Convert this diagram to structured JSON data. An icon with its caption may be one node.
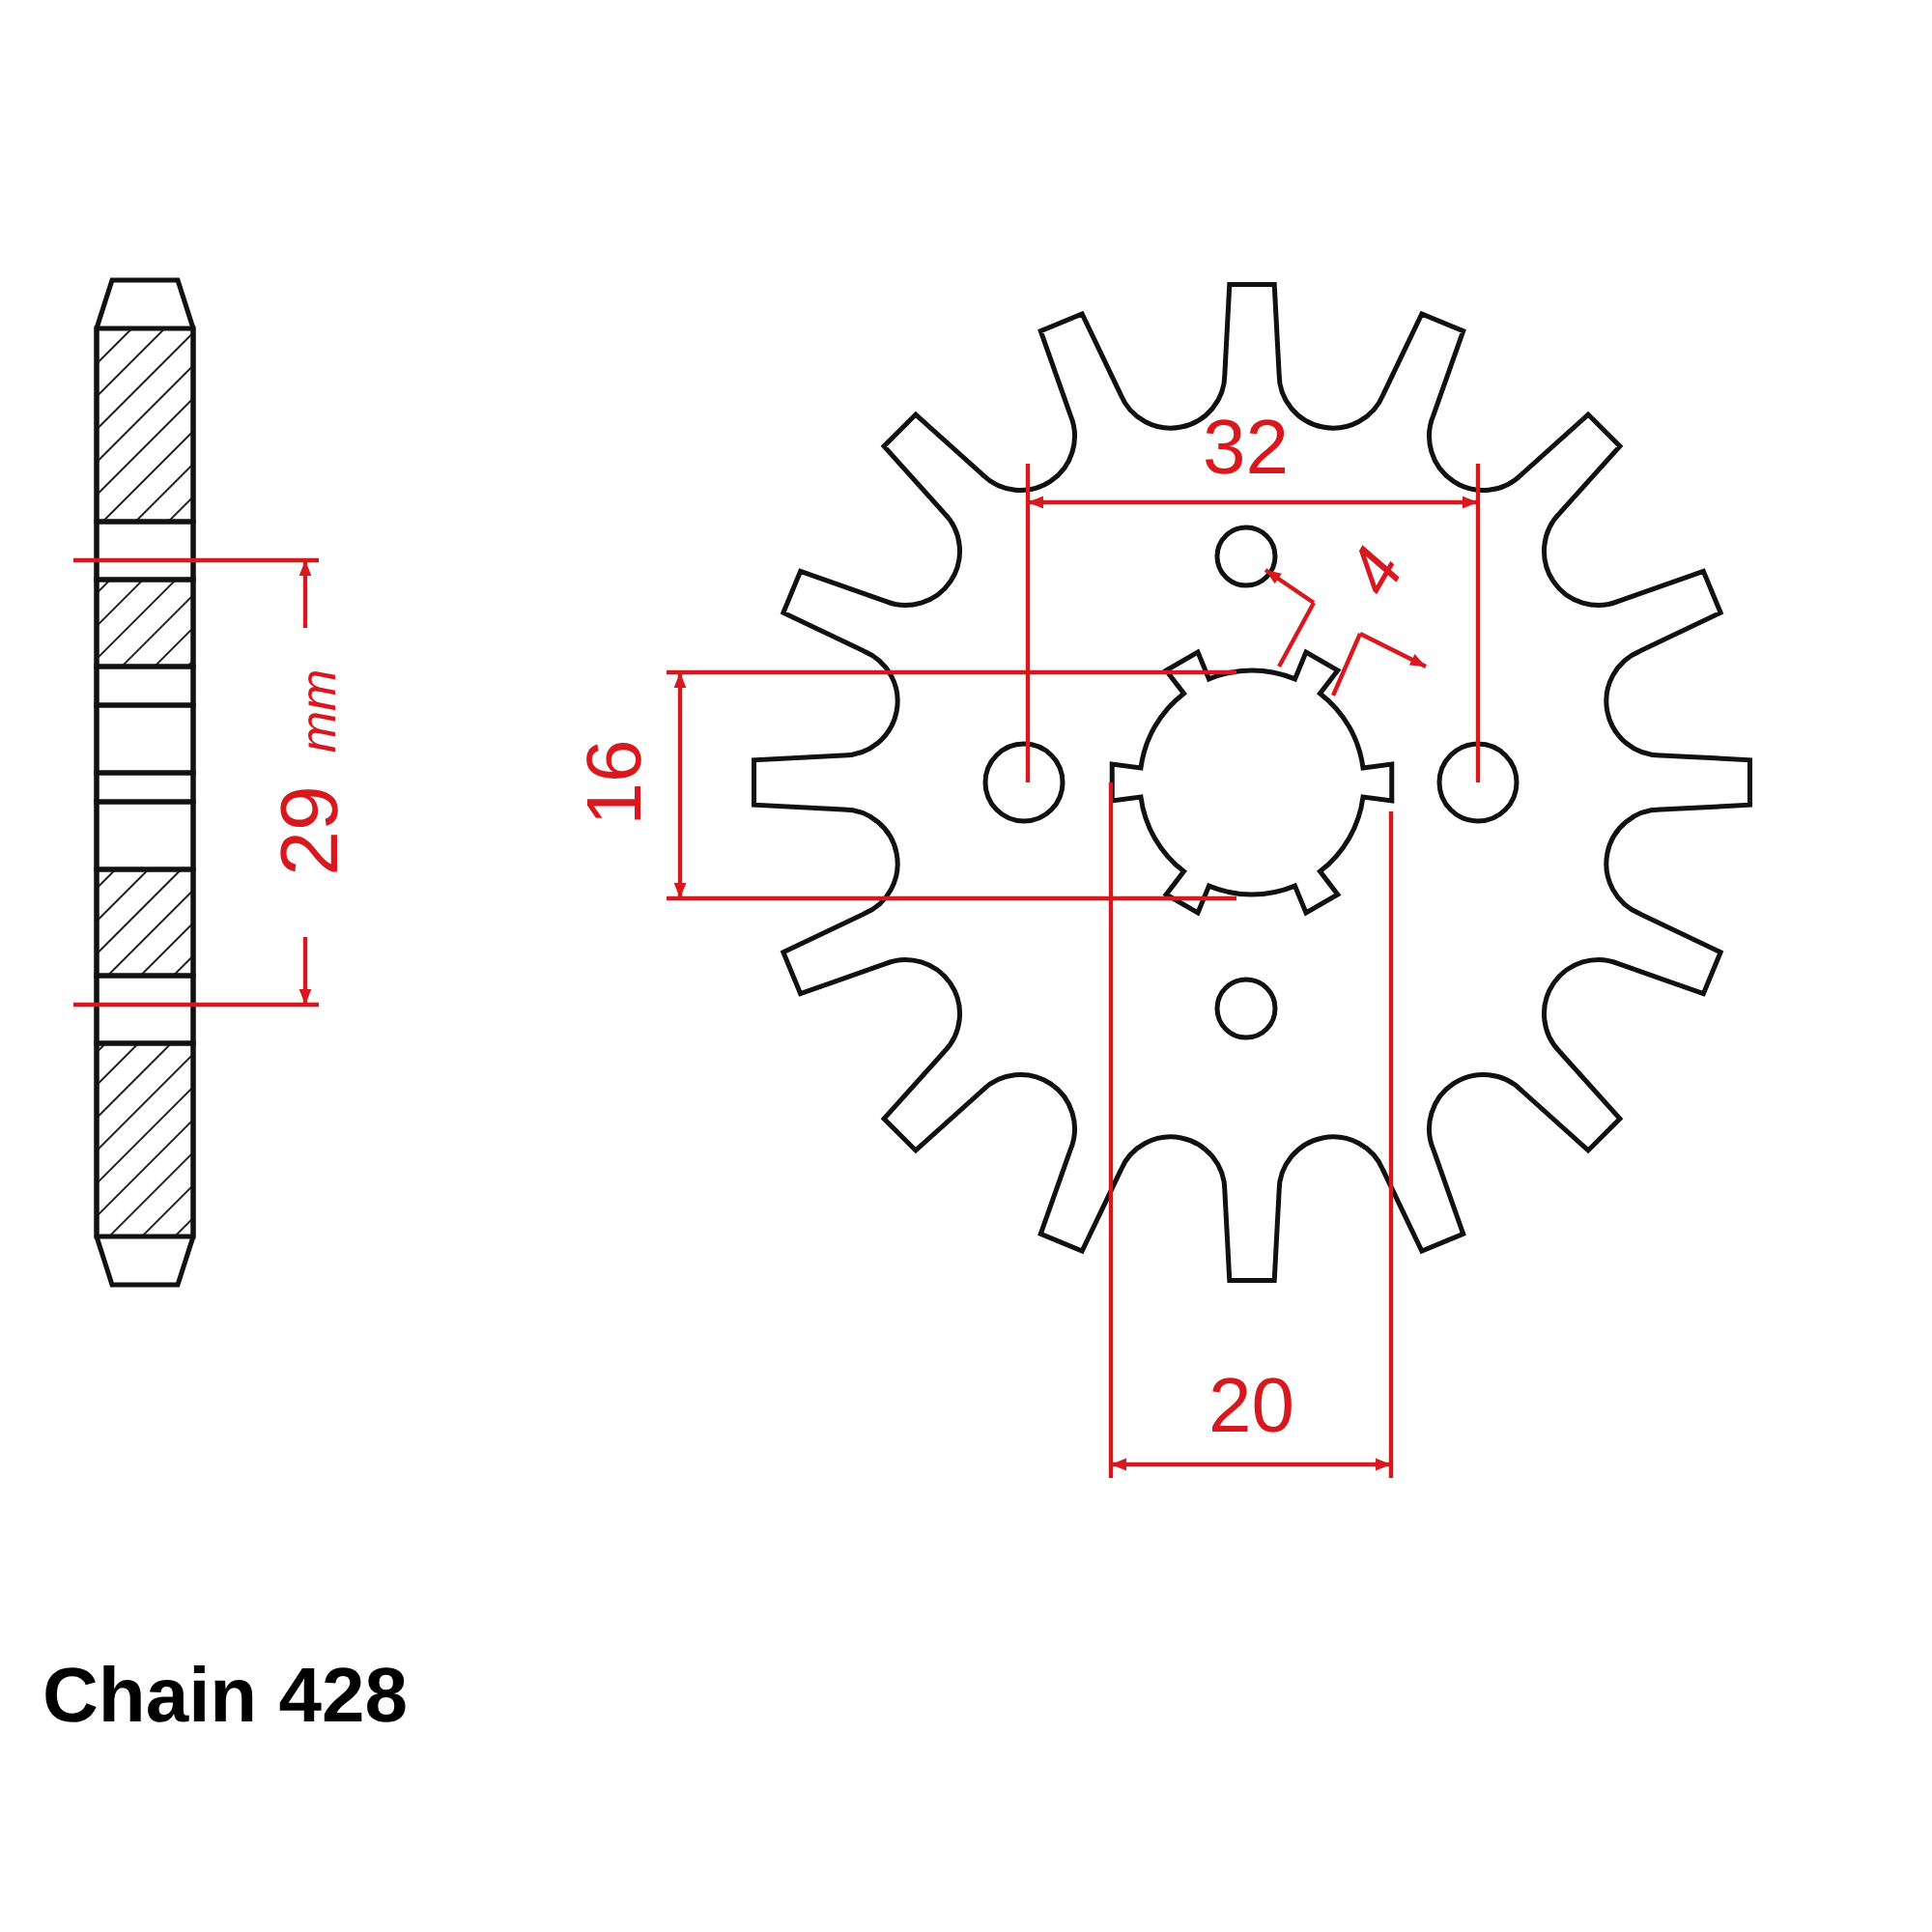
{
  "diagram": {
    "caption": "Chain 428",
    "labels": [
      "29",
      "mm",
      "32",
      "4",
      "16",
      "20"
    ]
  }
}
